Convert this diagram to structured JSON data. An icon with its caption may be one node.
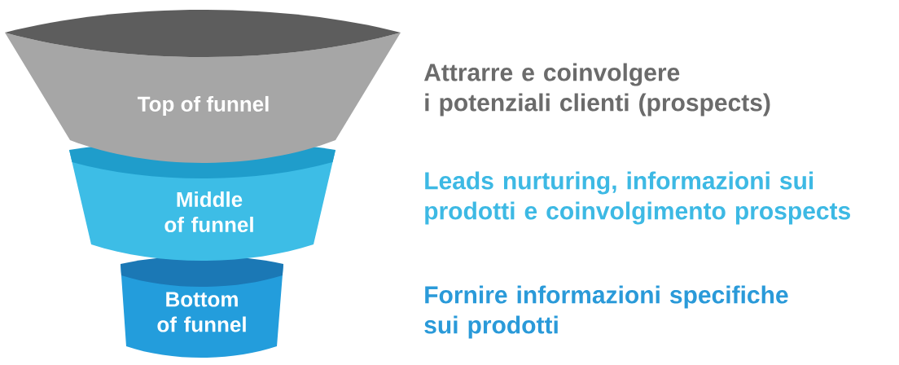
{
  "diagram": {
    "nodes": [
      {
        "text": [
          "Top of funnel"
        ]
      },
      {
        "text": [
          "Middle of funnel"
        ]
      },
      {
        "text": [
          "Bottom of funnel"
        ]
      }
    ],
    "labels": [
      "Attrarre e coinvolgere i potenziali clienti (prospects)",
      "Leads nurturing, informazioni sui prodotti e coinvolgimento prospects",
      "Fornire informazioni specifiche sui prodotti"
    ]
  }
}
